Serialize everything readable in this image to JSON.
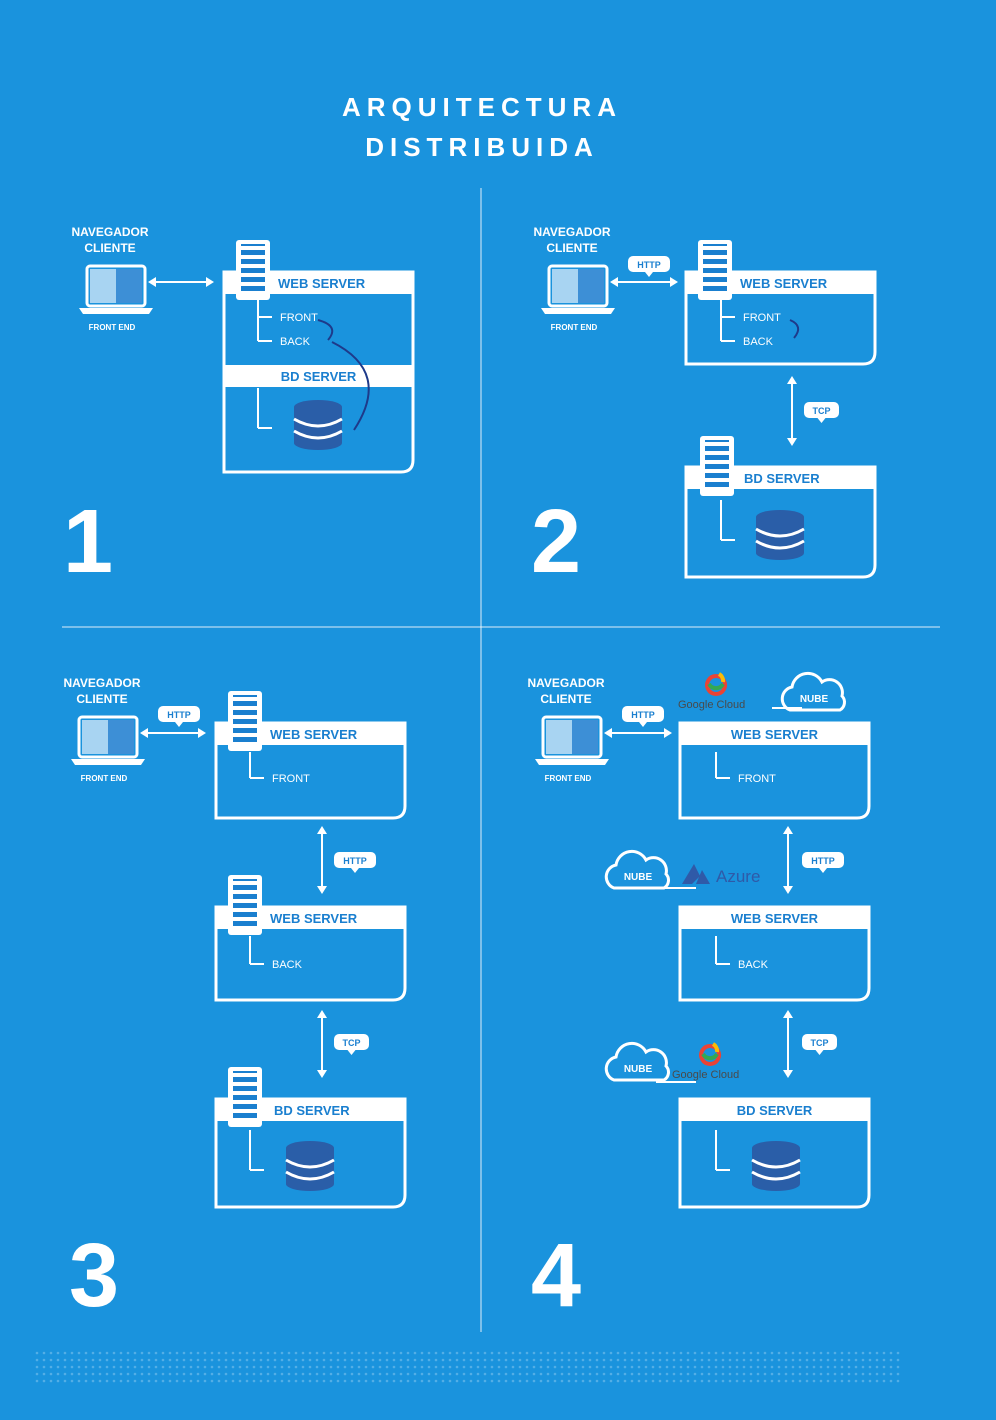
{
  "title": {
    "line1": "ARQUITECTURA",
    "line2": "DISTRIBUIDA"
  },
  "labels": {
    "navegador": "NAVEGADOR",
    "cliente": "CLIENTE",
    "front_end": "FRONT END",
    "web_server": "WEB SERVER",
    "bd_server": "BD SERVER",
    "front": "FRONT",
    "back": "BACK",
    "http": "HTTP",
    "tcp": "TCP",
    "nube": "NUBE",
    "google_cloud": "Google Cloud",
    "azure": "Azure"
  },
  "quadrants": [
    "1",
    "2",
    "3",
    "4"
  ],
  "colors": {
    "background": "#1a93dd",
    "white": "#ffffff",
    "text_blue": "#1a7fcf",
    "database": "#2a5ea8",
    "arrow_curve": "#1e3a8a",
    "laptop_light": "#a8d4f2",
    "laptop_dark": "#3d8fd6",
    "azure": "#2f5aa8"
  }
}
